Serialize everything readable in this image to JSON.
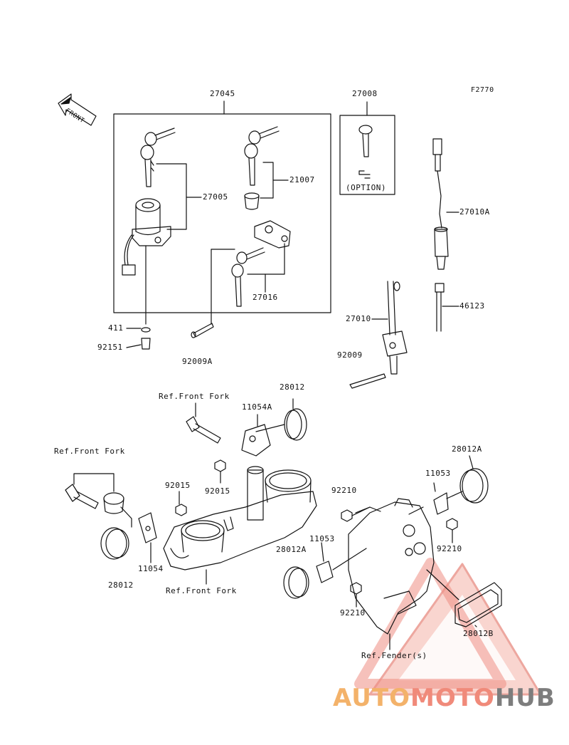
{
  "diagram": {
    "code": "F2770",
    "front_label": "FRONT",
    "parts": {
      "p27045": "27045",
      "p27008": "27008",
      "option": "(OPTION)",
      "p27005": "27005",
      "p21007": "21007",
      "p27010A": "27010A",
      "p27016": "27016",
      "p46123": "46123",
      "p27010": "27010",
      "p411": "411",
      "p92151": "92151",
      "p92009A": "92009A",
      "p92009": "92009",
      "p28012_top": "28012",
      "ref_front_fork_top": "Ref.Front Fork",
      "p11054A": "11054A",
      "p28012A_right": "28012A",
      "ref_front_fork_left": "Ref.Front Fork",
      "p11053_right": "11053",
      "p92015_left": "92015",
      "p92015_mid": "92015",
      "p92210_top": "92210",
      "p92210_right": "92210",
      "p11053_mid": "11053",
      "p28012A_left": "28012A",
      "p11054": "11054",
      "p28012_left": "28012",
      "ref_front_fork_bottom": "Ref.Front Fork",
      "p92210_bottom": "92210",
      "p28012B": "28012B",
      "ref_fender": "Ref.Fender(s)"
    }
  },
  "watermark": {
    "part1": "AUTO",
    "part2": "MOTO",
    "part3": "HUB",
    "colors": {
      "orange": "#f3b26a",
      "red": "#f08a7a",
      "gray": "#7d7d7d"
    }
  }
}
